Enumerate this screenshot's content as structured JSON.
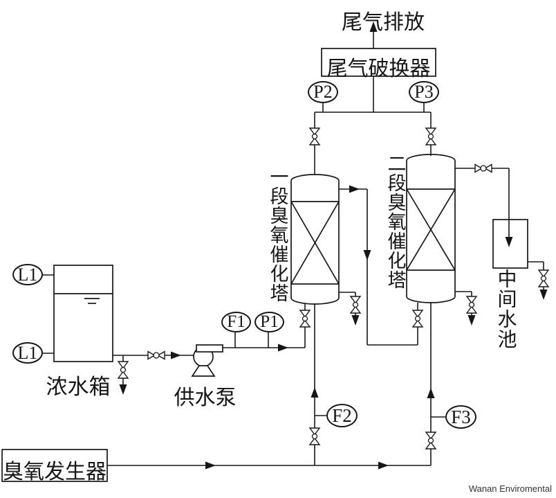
{
  "diagram": {
    "tail_gas_discharge": "尾气排放",
    "tail_gas_destructor": "尾气破换器",
    "tower1_label": "一段臭氧催化塔",
    "tower2_label": "二段臭氧催化塔",
    "tank_label": "浓水箱",
    "pump_label": "供水泵",
    "ozone_generator_label": "臭氧发生器",
    "pool_label": "中间水池",
    "watermark": "Wanan Enviromental",
    "instruments": {
      "level_top": "L1",
      "level_bottom": "L1",
      "flow1": "F1",
      "pressure1": "P1",
      "pressure2": "P2",
      "pressure3": "P3",
      "flow2": "F2",
      "flow3": "F3"
    },
    "colors": {
      "line": "#161616",
      "background": "#ffffff"
    }
  }
}
